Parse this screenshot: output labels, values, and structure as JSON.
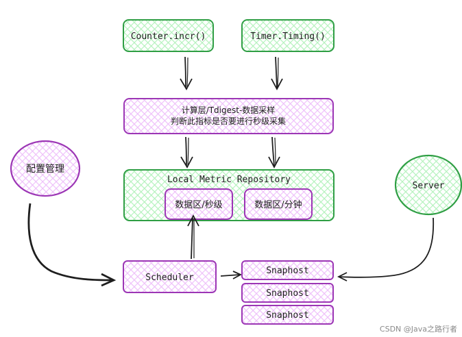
{
  "nodes": {
    "counter": {
      "label": "Counter.incr()"
    },
    "timer": {
      "label": "Timer.Timing()"
    },
    "compute": {
      "line1": "计算层/Tdigest-数据采样",
      "line2": "判断此指标是否要进行秒级采集"
    },
    "repository": {
      "label": "Local Metric Repository",
      "zone_seconds": "数据区/秒级",
      "zone_minutes": "数据区/分钟"
    },
    "config": {
      "label": "配置管理"
    },
    "server": {
      "label": "Server"
    },
    "scheduler": {
      "label": "Scheduler"
    },
    "snapshots": [
      {
        "label": "Snaphost"
      },
      {
        "label": "Snaphost"
      },
      {
        "label": "Snaphost"
      }
    ]
  },
  "watermark": "CSDN @Java之路行者",
  "colors": {
    "green_stroke": "#2f9e44",
    "green_fill": "#b2f2bb",
    "purple_stroke": "#9c36b5",
    "purple_fill": "#eebefa",
    "ink": "#1e1e1e",
    "watermark": "#8a8a8a"
  }
}
